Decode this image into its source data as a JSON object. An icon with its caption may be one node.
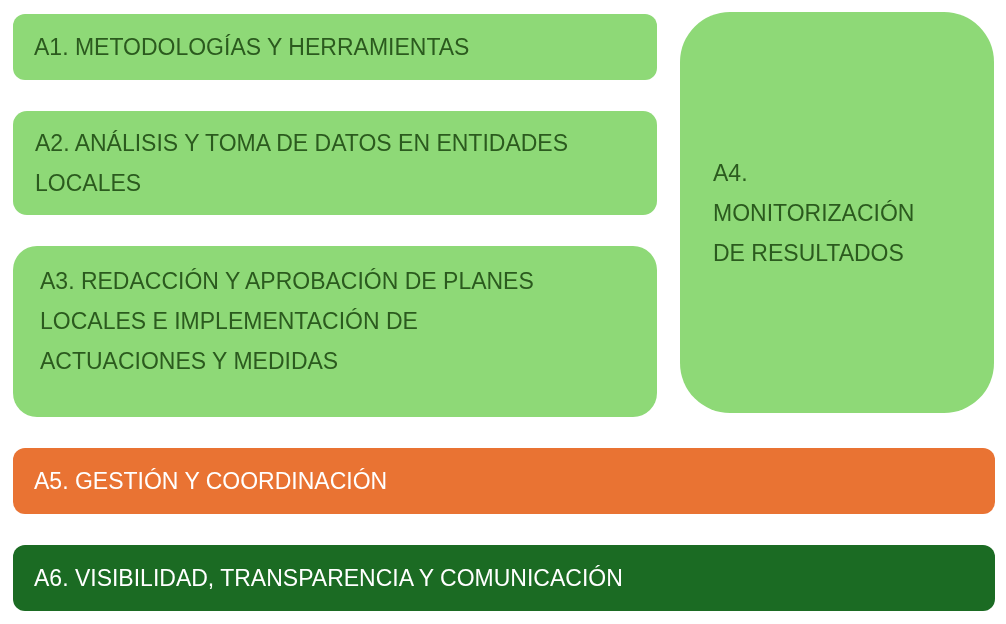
{
  "diagram": {
    "nodes": [
      {
        "text": [
          "A1. METODOLOGÍAS Y HERRAMIENTAS"
        ]
      },
      {
        "text": [
          "A2. ANÁLISIS Y TOMA DE DATOS EN ENTIDADES LOCALES"
        ]
      },
      {
        "text": [
          "A3. REDACCIÓN Y APROBACIÓN DE PLANES LOCALES E IMPLEMENTACIÓN DE ACTUACIONES Y MEDIDAS"
        ]
      },
      {
        "text": [
          "A4. MONITORIZACIÓN DE RESULTADOS"
        ]
      },
      {
        "text": [
          "A5. GESTIÓN Y COORDINACIÓN"
        ]
      },
      {
        "text": [
          "A6. VISIBILIDAD, TRANSPARENCIA Y COMUNICACIÓN"
        ]
      }
    ]
  }
}
